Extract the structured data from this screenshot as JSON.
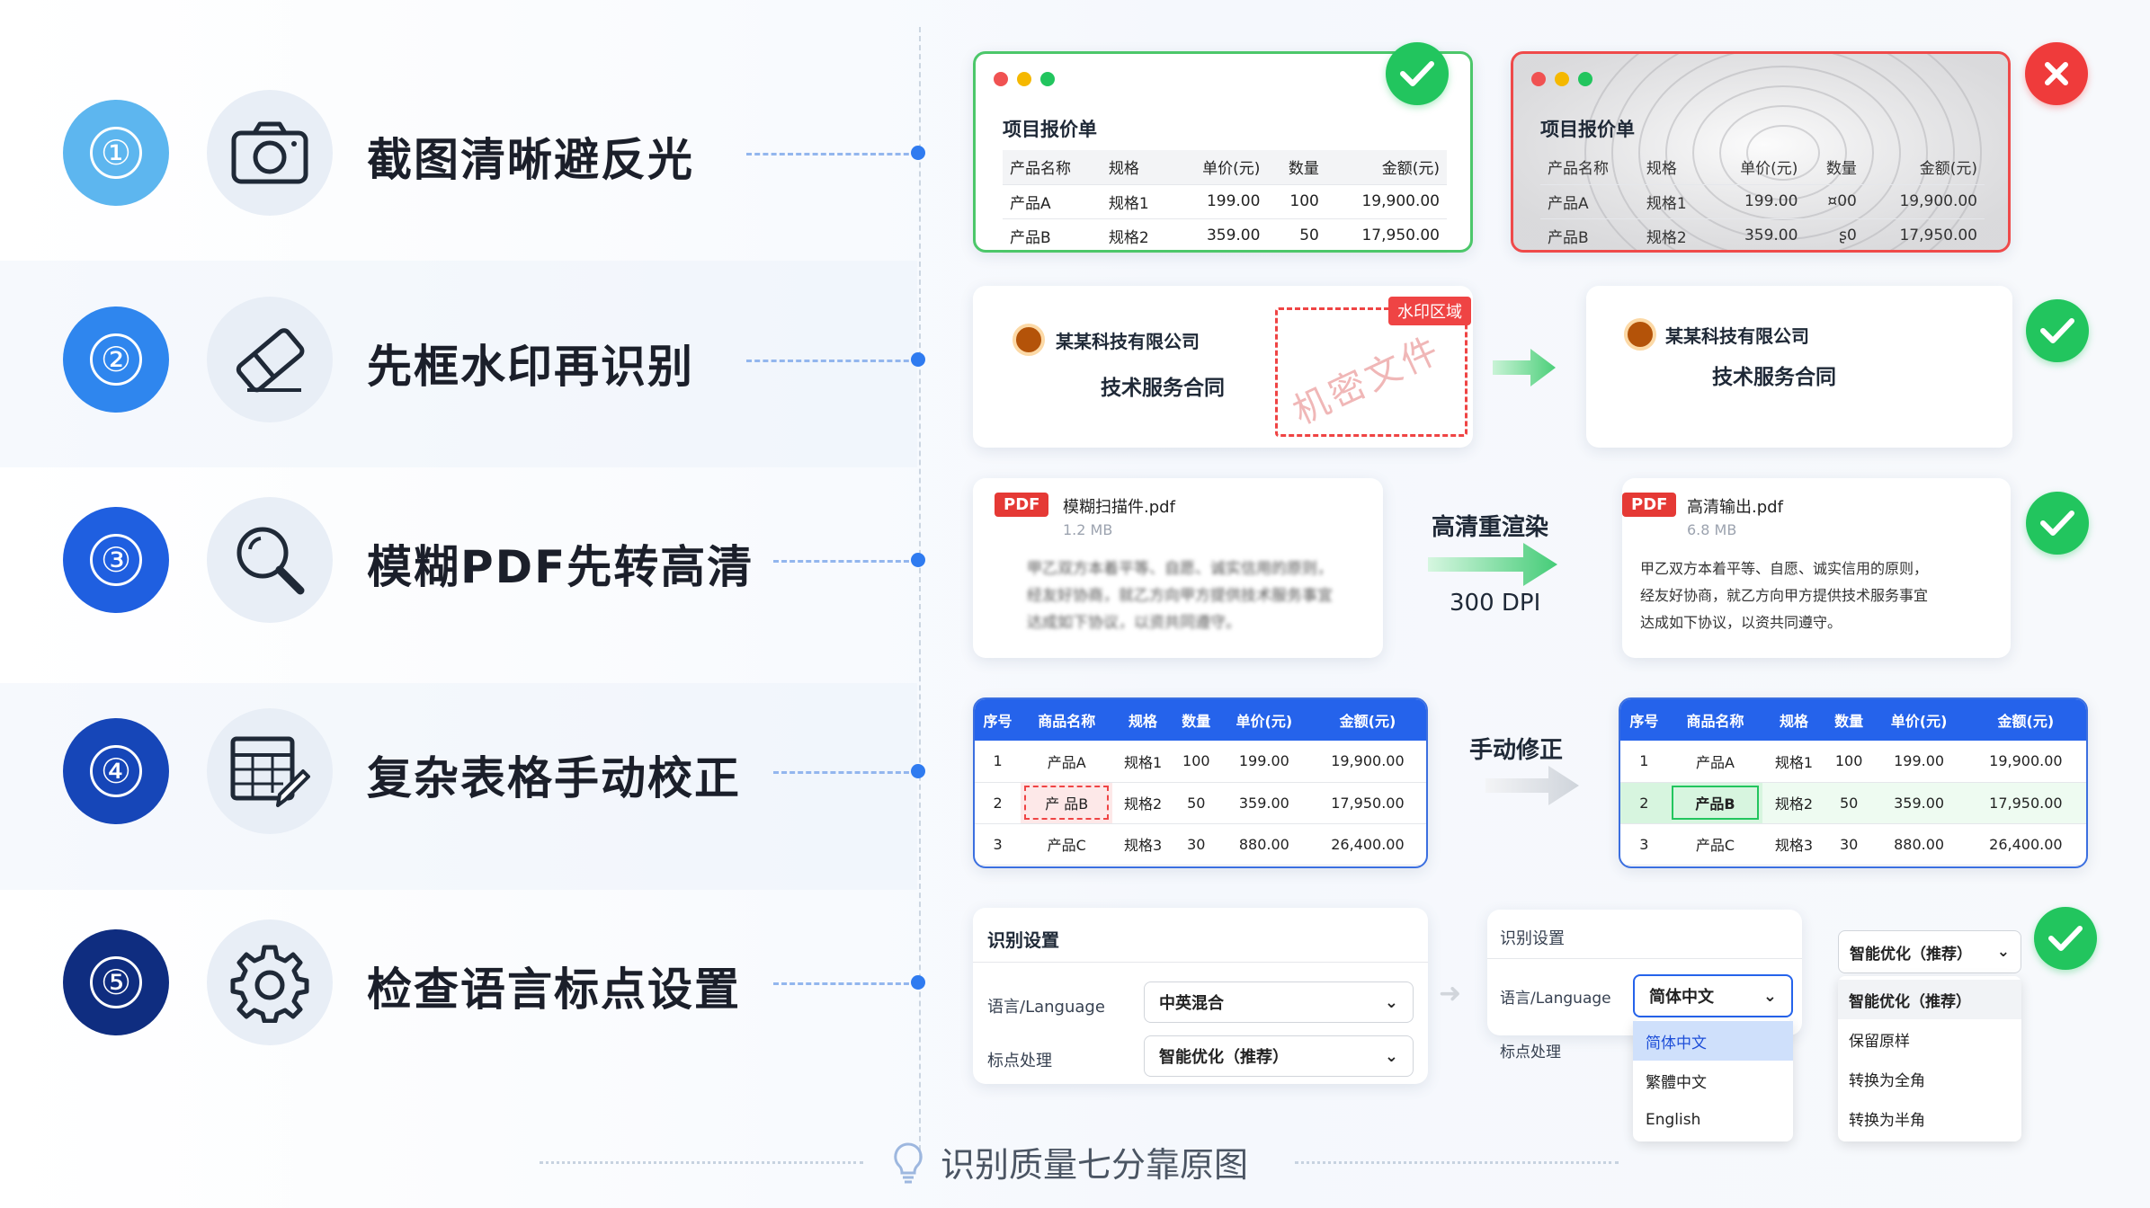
{
  "steps": [
    {
      "num": "①",
      "title": "截图清晰避反光"
    },
    {
      "num": "②",
      "title": "先框水印再识别"
    },
    {
      "num": "③",
      "title": "模糊PDF先转高清"
    },
    {
      "num": "④",
      "title": "复杂表格手动校正"
    },
    {
      "num": "⑤",
      "title": "检查语言标点设置"
    }
  ],
  "colors": {
    "step1": "#5db6ef",
    "step2": "#2f86ee",
    "step3": "#1f5fe0",
    "step4": "#1646b8",
    "step5": "#0f2d80",
    "success": "#22c55e",
    "error": "#ef3b3b",
    "accent": "#2563eb"
  },
  "quote": {
    "title": "项目报价单",
    "headers": [
      "产品名称",
      "规格",
      "单价(元)",
      "数量",
      "金额(元)"
    ],
    "rows": [
      [
        "产品A",
        "规格1",
        "199.00",
        "100",
        "19,900.00"
      ],
      [
        "产品B",
        "规格2",
        "359.00",
        "50",
        "17,950.00"
      ]
    ],
    "bad_rows": [
      [
        "产品A",
        "规格1",
        "199.00",
        "¤00",
        "19,900.00"
      ],
      [
        "产品B",
        "规格2",
        "359.00",
        "ʂ0",
        "17,950.00"
      ]
    ]
  },
  "watermark": {
    "company": "某某科技有限公司",
    "doc_title": "技术服务合同",
    "area_label": "水印区域",
    "watermark_text": "机密文件"
  },
  "pdf": {
    "badge": "PDF",
    "src_name": "模糊扫描件.pdf",
    "src_size": "1.2 MB",
    "src_text": [
      "甲乙双方本着平等、自愿、诚实信用的原则，",
      "经友好协商，就乙方向甲方提供技术服务事宜",
      "达成如下协议，以资共同遵守。"
    ],
    "action": "高清重渲染",
    "dpi": "300 DPI",
    "out_name": "高清输出.pdf",
    "out_size": "6.8 MB",
    "out_text": [
      "甲乙双方本着平等、自愿、诚实信用的原则，",
      "经友好协商，就乙方向甲方提供技术服务事宜",
      "达成如下协议，以资共同遵守。"
    ]
  },
  "table_fix": {
    "headers": [
      "序号",
      "商品名称",
      "规格",
      "数量",
      "单价(元)",
      "金额(元)"
    ],
    "before": [
      [
        "1",
        "产品A",
        "规格1",
        "100",
        "199.00",
        "19,900.00"
      ],
      [
        "2",
        "产 品B",
        "规格2",
        "50",
        "359.00",
        "17,950.00"
      ],
      [
        "3",
        "产品C",
        "规格3",
        "30",
        "880.00",
        "26,400.00"
      ]
    ],
    "after": [
      [
        "1",
        "产品A",
        "规格1",
        "100",
        "199.00",
        "19,900.00"
      ],
      [
        "2",
        "产品B",
        "规格2",
        "50",
        "359.00",
        "17,950.00"
      ],
      [
        "3",
        "产品C",
        "规格3",
        "30",
        "880.00",
        "26,400.00"
      ]
    ],
    "action": "手动修正"
  },
  "settings": {
    "title": "识别设置",
    "lang_label": "语言/Language",
    "punct_label": "标点处理",
    "lang_value_before": "中英混合",
    "punct_value_before": "智能优化（推荐）",
    "lang_value_after": "简体中文",
    "lang_options": [
      "简体中文",
      "繁體中文",
      "English"
    ],
    "punct_value_after": "智能优化（推荐）",
    "punct_options": [
      "智能优化（推荐）",
      "保留原样",
      "转换为全角",
      "转换为半角"
    ]
  },
  "footer": "识别质量七分靠原图"
}
